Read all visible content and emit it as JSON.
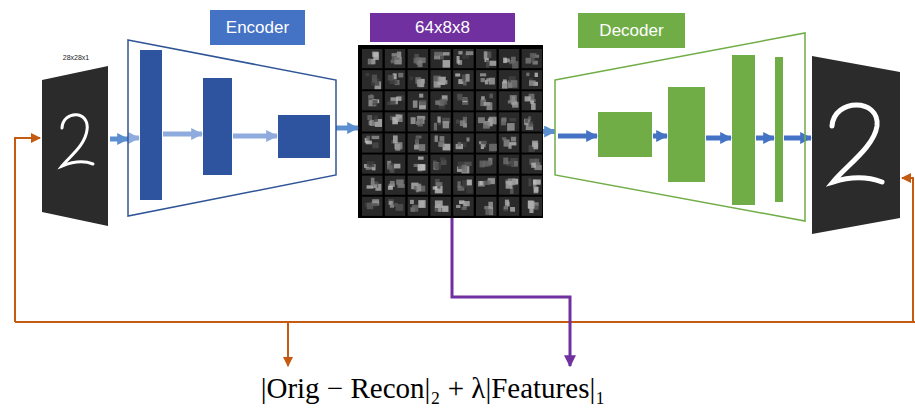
{
  "diagram": {
    "nodes": [
      {
        "text": [
          "28x28x1"
        ]
      },
      {
        "text": [
          "Encoder"
        ]
      },
      {
        "text": [
          "64x8x8"
        ]
      },
      {
        "text": [
          "Decoder"
        ]
      }
    ],
    "edges": [
      {
        "from": 0,
        "to": 1,
        "arrow": "to"
      },
      {
        "from": 1,
        "to": 2,
        "arrow": "to"
      },
      {
        "from": 2,
        "to": 3,
        "arrow": "to"
      }
    ],
    "labels": [
      "|Orig − Recon|₂ + λ|Features|₁"
    ]
  }
}
